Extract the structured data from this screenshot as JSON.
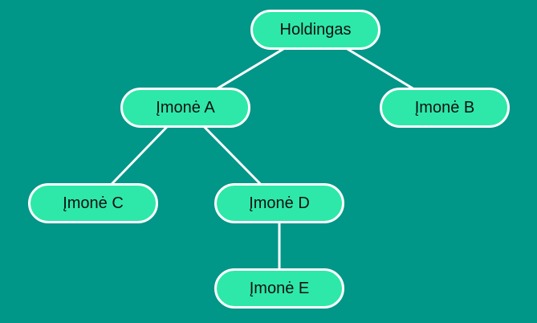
{
  "colors": {
    "background": "#009688",
    "node_fill": "#2ee8a9",
    "node_border": "#ffffff",
    "edge": "#ffffff",
    "text": "#111111"
  },
  "nodes": {
    "root": {
      "label": "Holdingas"
    },
    "a": {
      "label": "Įmonė A"
    },
    "b": {
      "label": "Įmonė B"
    },
    "c": {
      "label": "Įmonė C"
    },
    "d": {
      "label": "Įmonė D"
    },
    "e": {
      "label": "Įmonė E"
    }
  },
  "edges": [
    {
      "from": "root",
      "to": "a"
    },
    {
      "from": "root",
      "to": "b"
    },
    {
      "from": "a",
      "to": "c"
    },
    {
      "from": "a",
      "to": "d"
    },
    {
      "from": "d",
      "to": "e"
    }
  ]
}
